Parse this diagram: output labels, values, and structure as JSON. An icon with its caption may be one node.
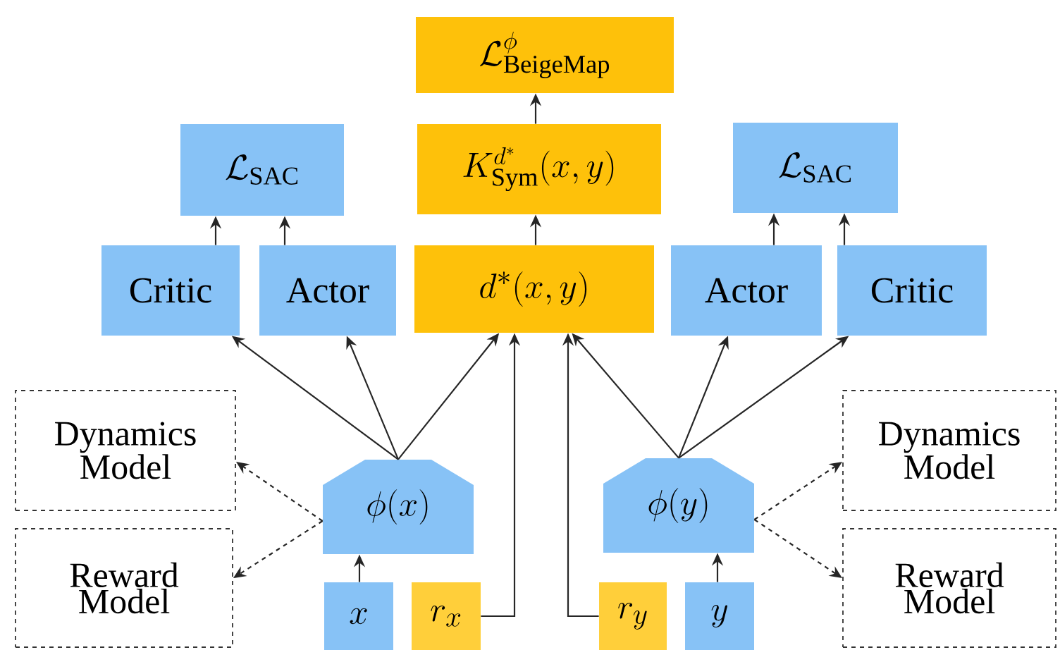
{
  "diagram": {
    "nodes": [
      {
        "text": [
          "\\mathcal{L}^{\\phi}_{\\mathrm{BeigeMap}}"
        ]
      },
      {
        "text": [
          "\\mathcal{L}_{\\mathrm{SAC}}"
        ]
      },
      {
        "text": [
          "K^{d^*}_{\\mathrm{Sym}}(x,y)"
        ]
      },
      {
        "text": [
          "\\mathcal{L}_{\\mathrm{SAC}}"
        ]
      },
      {
        "text": [
          "Critic"
        ]
      },
      {
        "text": [
          "Actor"
        ]
      },
      {
        "text": [
          "d^*(x,y)"
        ]
      },
      {
        "text": [
          "Actor"
        ]
      },
      {
        "text": [
          "Critic"
        ]
      },
      {
        "text": [
          "Dynamics Model"
        ]
      },
      {
        "text": [
          "Dynamics Model"
        ]
      },
      {
        "text": [
          "\\phi(x)"
        ]
      },
      {
        "text": [
          "\\phi(y)"
        ]
      },
      {
        "text": [
          "Reward Model"
        ]
      },
      {
        "text": [
          "Reward Model"
        ]
      },
      {
        "text": [
          "x"
        ]
      },
      {
        "text": [
          "r_x"
        ]
      },
      {
        "text": [
          "r_y"
        ]
      },
      {
        "text": [
          "y"
        ]
      }
    ],
    "edges": [
      {
        "from": 2,
        "to": 0,
        "arrow": "to"
      },
      {
        "from": 4,
        "to": 1,
        "arrow": "to"
      },
      {
        "from": 5,
        "to": 1,
        "arrow": "to"
      },
      {
        "from": 6,
        "to": 2,
        "arrow": "to"
      },
      {
        "from": 7,
        "to": 3,
        "arrow": "to"
      },
      {
        "from": 8,
        "to": 3,
        "arrow": "to"
      },
      {
        "from": 11,
        "to": 4,
        "arrow": "to"
      },
      {
        "from": 11,
        "to": 5,
        "arrow": "to"
      },
      {
        "from": 11,
        "to": 6,
        "arrow": "to"
      },
      {
        "from": 16,
        "to": 6,
        "arrow": "to"
      },
      {
        "from": 17,
        "to": 6,
        "arrow": "to"
      },
      {
        "from": 12,
        "to": 6,
        "arrow": "to"
      },
      {
        "from": 12,
        "to": 7,
        "arrow": "to"
      },
      {
        "from": 12,
        "to": 8,
        "arrow": "to"
      },
      {
        "from": 11,
        "to": 9,
        "arrow": "to",
        "style": "dashed"
      },
      {
        "from": 11,
        "to": 13,
        "arrow": "to",
        "style": "dashed"
      },
      {
        "from": 12,
        "to": 10,
        "arrow": "to",
        "style": "dashed"
      },
      {
        "from": 12,
        "to": 14,
        "arrow": "to",
        "style": "dashed"
      },
      {
        "from": 15,
        "to": 11,
        "arrow": "to"
      },
      {
        "from": 18,
        "to": 12,
        "arrow": "to"
      }
    ]
  }
}
